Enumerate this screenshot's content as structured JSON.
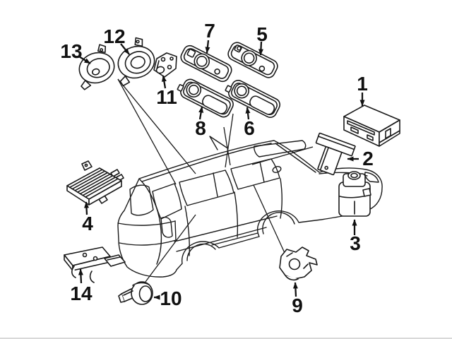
{
  "diagram": {
    "background_color": "#ffffff",
    "line_color": "#1a1a1a",
    "bottom_edge_color": "#d9d9d9",
    "callouts": [
      {
        "label": "1"
      },
      {
        "label": "2"
      },
      {
        "label": "3"
      },
      {
        "label": "4"
      },
      {
        "label": "5"
      },
      {
        "label": "6"
      },
      {
        "label": "7"
      },
      {
        "label": "8"
      },
      {
        "label": "9"
      },
      {
        "label": "10"
      },
      {
        "label": "11"
      },
      {
        "label": "12"
      },
      {
        "label": "13"
      },
      {
        "label": "14"
      }
    ]
  }
}
